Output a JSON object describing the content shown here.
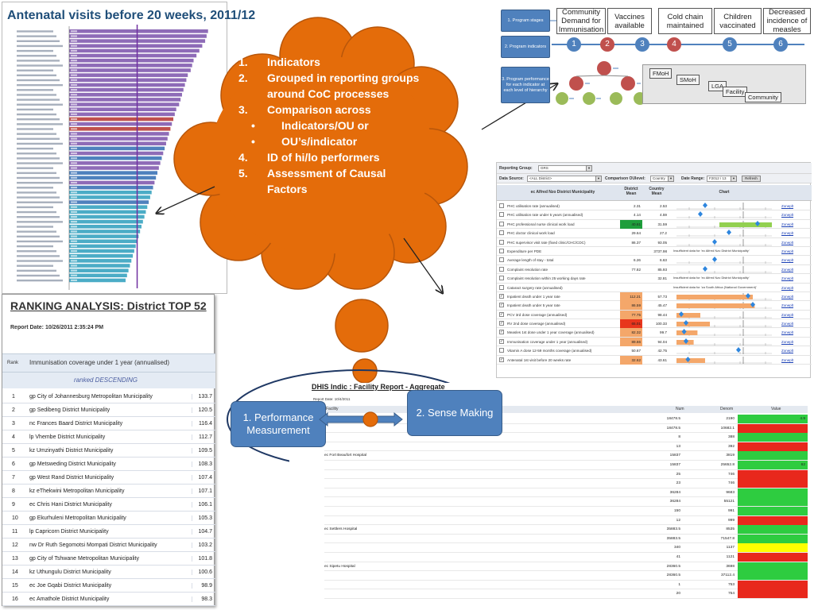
{
  "antenatal": {
    "title": "Antenatal visits before 20 weeks, 2011/12",
    "bars": [
      {
        "value": 96,
        "color": "#8e6bb7"
      },
      {
        "value": 95,
        "color": "#8e6bb7"
      },
      {
        "value": 94,
        "color": "#8e6bb7"
      },
      {
        "value": 92,
        "color": "#8e6bb7"
      },
      {
        "value": 90,
        "color": "#8e6bb7"
      },
      {
        "value": 88,
        "color": "#8e6bb7"
      },
      {
        "value": 86,
        "color": "#8e6bb7"
      },
      {
        "value": 85,
        "color": "#8e6bb7"
      },
      {
        "value": 84,
        "color": "#8e6bb7"
      },
      {
        "value": 82,
        "color": "#8e6bb7"
      },
      {
        "value": 81,
        "color": "#8e6bb7"
      },
      {
        "value": 80,
        "color": "#8e6bb7"
      },
      {
        "value": 79,
        "color": "#8e6bb7"
      },
      {
        "value": 78,
        "color": "#8e6bb7"
      },
      {
        "value": 77,
        "color": "#8e6bb7"
      },
      {
        "value": 76,
        "color": "#8e6bb7"
      },
      {
        "value": 74,
        "color": "#8e6bb7"
      },
      {
        "value": 73,
        "color": "#8e6bb7"
      },
      {
        "value": 72,
        "color": "#c0504d"
      },
      {
        "value": 71,
        "color": "#8e6bb7"
      },
      {
        "value": 70,
        "color": "#c0504d"
      },
      {
        "value": 69,
        "color": "#8e6bb7"
      },
      {
        "value": 68,
        "color": "#8e6bb7"
      },
      {
        "value": 67,
        "color": "#8e6bb7"
      },
      {
        "value": 66,
        "color": "#4f81bd"
      },
      {
        "value": 65,
        "color": "#8e6bb7"
      },
      {
        "value": 64,
        "color": "#4f81bd"
      },
      {
        "value": 63,
        "color": "#8e6bb7"
      },
      {
        "value": 62,
        "color": "#8e6bb7"
      },
      {
        "value": 61,
        "color": "#4f81bd"
      },
      {
        "value": 60,
        "color": "#4f81bd"
      },
      {
        "value": 59,
        "color": "#8e6bb7"
      },
      {
        "value": 58,
        "color": "#4f81bd"
      },
      {
        "value": 57,
        "color": "#4bacc6"
      },
      {
        "value": 56,
        "color": "#4bacc6"
      },
      {
        "value": 55,
        "color": "#4f81bd"
      },
      {
        "value": 54,
        "color": "#4bacc6"
      },
      {
        "value": 53,
        "color": "#4bacc6"
      },
      {
        "value": 52,
        "color": "#4bacc6"
      },
      {
        "value": 51,
        "color": "#4bacc6"
      },
      {
        "value": 50,
        "color": "#4bacc6"
      },
      {
        "value": 49,
        "color": "#4bacc6"
      },
      {
        "value": 48,
        "color": "#4bacc6"
      },
      {
        "value": 47,
        "color": "#4bacc6"
      },
      {
        "value": 46,
        "color": "#4bacc6"
      },
      {
        "value": 45,
        "color": "#4bacc6"
      },
      {
        "value": 44,
        "color": "#4bacc6"
      },
      {
        "value": 43,
        "color": "#4bacc6"
      },
      {
        "value": 42,
        "color": "#4bacc6"
      },
      {
        "value": 41,
        "color": "#4bacc6"
      },
      {
        "value": 40,
        "color": "#4bacc6"
      },
      {
        "value": 39,
        "color": "#4bacc6"
      }
    ],
    "target_value": 47,
    "target_label": "",
    "left_label": ""
  },
  "ranking": {
    "title": "RANKING ANALYSIS: District TOP 52",
    "report_date": "Report Date: 10/26/2011 2:35:24 PM",
    "col_rank": "Rank",
    "col_indicator": "Immunisation coverage under 1 year (annualised)",
    "sort_label": "ranked DESCENDING",
    "rows": [
      {
        "rank": "1",
        "name": "gp City of Johannesburg Metropolitan Municipality",
        "value": "133.7"
      },
      {
        "rank": "2",
        "name": "gp Sedibeng District Municipality",
        "value": "120.5"
      },
      {
        "rank": "3",
        "name": "nc Frances Baard District Municipality",
        "value": "116.4"
      },
      {
        "rank": "4",
        "name": "lp Vhembe District Municipality",
        "value": "112.7"
      },
      {
        "rank": "5",
        "name": "kz Umzinyathi District Municipality",
        "value": "109.5"
      },
      {
        "rank": "6",
        "name": "gp Metsweding District Municipality",
        "value": "108.3"
      },
      {
        "rank": "7",
        "name": "gp West Rand District Municipality",
        "value": "107.4"
      },
      {
        "rank": "8",
        "name": "kz eThekwini Metropolitan Municipality",
        "value": "107.1"
      },
      {
        "rank": "9",
        "name": "ec Chris Hani District Municipality",
        "value": "106.1"
      },
      {
        "rank": "10",
        "name": "gp Ekurhuleni Metropolitan Municipality",
        "value": "105.3"
      },
      {
        "rank": "11",
        "name": "lp Capricorn District Municipality",
        "value": "104.7"
      },
      {
        "rank": "12",
        "name": "nw Dr Ruth Segomotsi Mompati District Municipality",
        "value": "103.2"
      },
      {
        "rank": "13",
        "name": "gp City of Tshwane Metropolitan Municipality",
        "value": "101.8"
      },
      {
        "rank": "14",
        "name": "kz Uthungulu District Municipality",
        "value": "100.6"
      },
      {
        "rank": "15",
        "name": "ec Joe Gqabi District Municipality",
        "value": "98.9"
      },
      {
        "rank": "16",
        "name": "ec Amathole District Municipality",
        "value": "98.3"
      }
    ]
  },
  "cloud": {
    "color": "#e46c0a",
    "items": [
      {
        "num": "1.",
        "text": "Indicators"
      },
      {
        "num": "2.",
        "text": "Grouped in reporting groups around CoC processes"
      },
      {
        "num": "3.",
        "text": "Comparison across"
      },
      {
        "num": "4.",
        "text": "ID of hi/lo performers"
      },
      {
        "num": "5.",
        "text": "Assessment of Causal Factors"
      }
    ],
    "subitems": [
      {
        "bullet": "•",
        "text": "Indicators/OU or"
      },
      {
        "bullet": "•",
        "text": "OU’s/indicator"
      }
    ]
  },
  "process": {
    "stages": [
      "1. Program stages",
      "2. Program indicators",
      "3. Program performance for each indicator at each level of hierarchy"
    ],
    "coc_steps": [
      {
        "label": "Community Demand for Immunisation",
        "num": "1",
        "color": "#4f81bd"
      },
      {
        "label": "Vaccines available",
        "num": "2",
        "color": "#c0504d"
      },
      {
        "label": "",
        "num": "3",
        "color": "#4f81bd"
      },
      {
        "label": "Cold chain maintained",
        "num": "4",
        "color": "#c0504d"
      },
      {
        "label": "Children vaccinated",
        "num": "5",
        "color": "#4f81bd"
      },
      {
        "label": "Decreased incidence of measles",
        "num": "6",
        "color": "#4f81bd"
      }
    ],
    "hierarchy": [
      "FMoH",
      "SMoH",
      "LGA",
      "Facility",
      "Community"
    ]
  },
  "dashboard": {
    "reporting_group_label": "Reporting Group:",
    "reporting_group_value": "GRS",
    "data_source_label": "Data Source:",
    "data_source_value": "<ALL District>",
    "comparison_label": "Comparison OUlevel:",
    "comparison_value": "Country",
    "date_range_label": "Date Range:",
    "date_range_value": "F2012 / 13",
    "refresh_label": "Refresh",
    "col_name": "ec Alfred Nzo District Municipality",
    "col_district": "District Mean",
    "col_country": "Country Mean",
    "col_chart": "Chart",
    "rows": [
      {
        "checked": false,
        "name": "PHC utilisation rate (annualised)",
        "district": "2.31",
        "country": "2.53",
        "color": "",
        "note": "",
        "marker": 0.3,
        "bar": null,
        "link": "Zoneplt"
      },
      {
        "checked": false,
        "name": "PHC utilisation rate under 5 years (annualised)",
        "district": "4.14",
        "country": "4.59",
        "color": "",
        "note": "",
        "marker": 0.25,
        "bar": null,
        "link": "Zoneplt"
      },
      {
        "checked": false,
        "name": "PHC professional nurse clinical work load",
        "district": "40.61",
        "country": "31.59",
        "color": "#1e9e3b",
        "note": "",
        "marker": 0.85,
        "bar": {
          "from": 0.45,
          "to": 1.0,
          "color": "#92d050"
        },
        "link": "Zoneplt"
      },
      {
        "checked": false,
        "name": "PHC doctor clinical work load",
        "district": "29.64",
        "country": "27.2",
        "color": "",
        "note": "",
        "marker": 0.55,
        "bar": null,
        "link": "Zoneplt"
      },
      {
        "checked": false,
        "name": "PHC supervisor visit rate (fixed clinic/CHC/CDC)",
        "district": "86.37",
        "country": "93.05",
        "color": "",
        "note": "",
        "marker": 0.4,
        "bar": null,
        "link": "Zoneplt"
      },
      {
        "checked": false,
        "name": "Expenditure per PDE",
        "district": "",
        "country": "3737.98",
        "color": "",
        "note": "Insufficient data for 'ec Alfred Nzo District Municipality'",
        "marker": null,
        "bar": null,
        "link": "Zoneplt"
      },
      {
        "checked": false,
        "name": "Average length of stay - total",
        "district": "6.26",
        "country": "6.63",
        "color": "",
        "note": "",
        "marker": 0.4,
        "bar": null,
        "link": "Zoneplt"
      },
      {
        "checked": false,
        "name": "Complaint resolution rate",
        "district": "77.82",
        "country": "85.93",
        "color": "",
        "note": "",
        "marker": 0.3,
        "bar": null,
        "link": "Zoneplt"
      },
      {
        "checked": false,
        "name": "Complaint resolution within 25 working days rate",
        "district": "",
        "country": "32.81",
        "color": "",
        "note": "Insufficient data for 'ec Alfred Nzo District Municipality'",
        "marker": null,
        "bar": null,
        "link": "Zoneplt"
      },
      {
        "checked": false,
        "name": "Cataract surgery rate (annualised)",
        "district": "",
        "country": "",
        "color": "",
        "note": "Insufficient data for 'za South Africa (National Government)'",
        "marker": null,
        "bar": null,
        "link": "Zoneplt"
      },
      {
        "checked": true,
        "name": "Inpatient death under 1 year rate",
        "district": "112.21",
        "country": "57.73",
        "color": "#f4a76a",
        "note": "",
        "marker": 0.75,
        "bar": {
          "from": 0.0,
          "to": 0.8,
          "color": "#f4a76a"
        },
        "link": "Zoneplt"
      },
      {
        "checked": true,
        "name": "Inpatient death under 5 year rate",
        "district": "86.59",
        "country": "45.47",
        "color": "#f4a76a",
        "note": "",
        "marker": 0.8,
        "bar": {
          "from": 0.0,
          "to": 0.82,
          "color": "#f4a76a"
        },
        "link": "Zoneplt"
      },
      {
        "checked": true,
        "name": "PCV 3rd dose coverage (annualised)",
        "district": "77.75",
        "country": "98.44",
        "color": "#f4a76a",
        "note": "",
        "marker": 0.05,
        "bar": {
          "from": 0.0,
          "to": 0.25,
          "color": "#f4a76a"
        },
        "link": "Zoneplt"
      },
      {
        "checked": true,
        "name": "RV 2nd dose coverage (annualised)",
        "district": "65.01",
        "country": "100.33",
        "color": "#e8361c",
        "note": "",
        "marker": 0.1,
        "bar": {
          "from": 0.0,
          "to": 0.35,
          "color": "#f4a76a"
        },
        "link": "Zoneplt"
      },
      {
        "checked": true,
        "name": "Measles 1st dose under 1 year coverage (annualised)",
        "district": "82.32",
        "country": "99.7",
        "color": "#f4a76a",
        "note": "",
        "marker": 0.08,
        "bar": {
          "from": 0.0,
          "to": 0.22,
          "color": "#f4a76a"
        },
        "link": "Zoneplt"
      },
      {
        "checked": true,
        "name": "Immunisation coverage under 1 year (annualised)",
        "district": "89.66",
        "country": "94.04",
        "color": "#f4a76a",
        "note": "",
        "marker": 0.1,
        "bar": {
          "from": 0.0,
          "to": 0.18,
          "color": "#f4a76a"
        },
        "link": "Zoneplt"
      },
      {
        "checked": false,
        "name": "Vitamin A dose 12-59 months coverage (annualised)",
        "district": "50.67",
        "country": "42.75",
        "color": "",
        "note": "",
        "marker": 0.65,
        "bar": null,
        "link": "Zoneplt"
      },
      {
        "checked": true,
        "name": "Antenatal 1st visit before 20 weeks rate",
        "district": "32.62",
        "country": "43.61",
        "color": "#f4a76a",
        "note": "",
        "marker": 0.12,
        "bar": {
          "from": 0.0,
          "to": 0.3,
          "color": "#f4a76a"
        },
        "link": "Zoneplt"
      }
    ]
  },
  "facility": {
    "title": "DHIS Indic                  : Facility Report - Aggregate",
    "report_date": "Report Date: 10/4/2011",
    "col_facility": "Facility",
    "col_num": "Num",
    "col_denom": "Denom",
    "col_value": "Value",
    "rows": [
      {
        "facility": "",
        "indicator": "",
        "num": "18478.5",
        "denom": "2190",
        "value": "4.9",
        "vcolor": "#2ecc40"
      },
      {
        "facility": "",
        "indicator": "",
        "num": "18478.5",
        "denom": "10682.1",
        "value": "",
        "vcolor": "#e8281c"
      },
      {
        "facility": "",
        "indicator": "",
        "num": "8",
        "denom": "388",
        "value": "",
        "vcolor": "#2ecc40"
      },
      {
        "facility": "",
        "indicator": "",
        "num": "13",
        "denom": "392",
        "value": "",
        "vcolor": "#e8281c"
      },
      {
        "facility": "ec Fort Beaufort Hospital",
        "indicator": "",
        "num": "15837",
        "denom": "3819",
        "value": "",
        "vcolor": "#2ecc40"
      },
      {
        "facility": "",
        "indicator": "",
        "num": "15837",
        "denom": "25652.8",
        "value": "62",
        "vcolor": "#2ecc40"
      },
      {
        "facility": "",
        "indicator": "",
        "num": "25",
        "denom": "746",
        "value": "",
        "vcolor": "#e8281c"
      },
      {
        "facility": "",
        "indicator": "",
        "num": "23",
        "denom": "746",
        "value": "",
        "vcolor": "#e8281c"
      },
      {
        "facility": "",
        "indicator": "",
        "num": "36284",
        "denom": "9683",
        "value": "",
        "vcolor": "#2ecc40"
      },
      {
        "facility": "",
        "indicator": "",
        "num": "36284",
        "denom": "55121",
        "value": "",
        "vcolor": "#2ecc40"
      },
      {
        "facility": "",
        "indicator": "",
        "num": "150",
        "denom": "991",
        "value": "",
        "vcolor": "#2ecc40"
      },
      {
        "facility": "",
        "indicator": "",
        "num": "12",
        "denom": "999",
        "value": "",
        "vcolor": "#e8281c"
      },
      {
        "facility": "ec Settlers Hospital",
        "indicator": "",
        "num": "35883.5",
        "denom": "8535",
        "value": "",
        "vcolor": "#2ecc40"
      },
      {
        "facility": "",
        "indicator": "",
        "num": "35883.5",
        "denom": "71547.8",
        "value": "",
        "vcolor": "#2ecc40"
      },
      {
        "facility": "",
        "indicator": "",
        "num": "340",
        "denom": "1137",
        "value": "",
        "vcolor": "#ffff00"
      },
      {
        "facility": "",
        "indicator": "",
        "num": "41",
        "denom": "1121",
        "value": "",
        "vcolor": "#e8281c"
      },
      {
        "facility": "ec Sipetu Hospital",
        "indicator": "",
        "num": "28360.5",
        "denom": "3698",
        "value": "",
        "vcolor": "#2ecc40"
      },
      {
        "facility": "",
        "indicator": "",
        "num": "28360.5",
        "denom": "37112.4",
        "value": "",
        "vcolor": "#2ecc40"
      },
      {
        "facility": "",
        "indicator": "",
        "num": "1",
        "denom": "753",
        "value": "",
        "vcolor": "#e8281c"
      },
      {
        "facility": "",
        "indicator": "",
        "num": "20",
        "denom": "754",
        "value": "",
        "vcolor": "#e8281c"
      }
    ]
  },
  "pm": {
    "left_box": "1. Performance Measurement",
    "right_box": "2. Sense Making",
    "connector_label": ""
  }
}
